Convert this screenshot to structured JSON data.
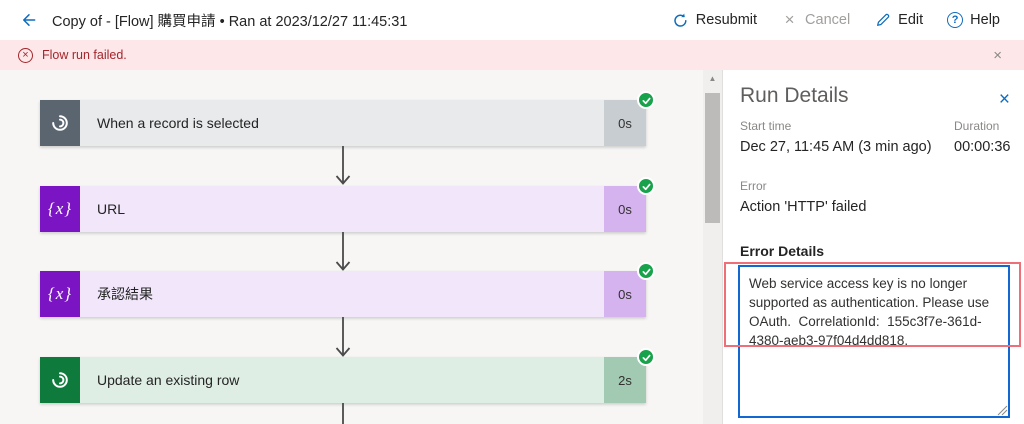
{
  "header": {
    "title": "Copy of - [Flow] 購買申請 • Ran at 2023/12/27 11:45:31",
    "actions": [
      {
        "label": "Resubmit",
        "icon": "refresh-icon",
        "disabled": false
      },
      {
        "label": "Cancel",
        "icon": "x-icon",
        "disabled": true
      },
      {
        "label": "Edit",
        "icon": "pencil-icon",
        "disabled": false
      },
      {
        "label": "Help",
        "icon": "question-icon",
        "disabled": false
      }
    ]
  },
  "banner": {
    "message": "Flow run failed."
  },
  "flow": {
    "nodes": [
      {
        "title": "When a record is selected",
        "duration": "0s",
        "icon": "dataverse-swirl-icon",
        "status": "succeeded",
        "theme": {
          "icon_bg": "#5a6570",
          "bar_bg": "#e9eaec",
          "duration_bg": "#c8cdd2"
        }
      },
      {
        "title": "URL",
        "duration": "0s",
        "icon": "variable-x-icon",
        "glyph": "{x}",
        "status": "succeeded",
        "theme": {
          "icon_bg": "#7b15c4",
          "bar_bg": "#f1e6fa",
          "duration_bg": "#d5b3ef"
        }
      },
      {
        "title": "承認結果",
        "duration": "0s",
        "icon": "variable-x-icon",
        "glyph": "{x}",
        "status": "succeeded",
        "theme": {
          "icon_bg": "#7b15c4",
          "bar_bg": "#f1e6fa",
          "duration_bg": "#d5b3ef"
        }
      },
      {
        "title": "Update an existing row",
        "duration": "2s",
        "icon": "dataverse-swirl-icon",
        "status": "succeeded",
        "theme": {
          "icon_bg": "#0e7a3b",
          "bar_bg": "#dfeee5",
          "duration_bg": "#a2c9b2"
        }
      }
    ]
  },
  "run_details": {
    "title": "Run Details",
    "start_time_label": "Start time",
    "duration_label": "Duration",
    "start_time": "Dec 27, 11:45 AM (3 min ago)",
    "duration": "00:00:36",
    "error_label": "Error",
    "error_value": "Action 'HTTP' failed",
    "error_details_label": "Error Details",
    "error_details_text": "Web service access key is no longer supported as authentication. Please use OAuth.  CorrelationId:  155c3f7e-361d-4380-aeb3-97f04d4dd818."
  },
  "colors": {
    "accent_blue": "#0f6cbd",
    "error_text": "#a4262c",
    "error_banner_bg": "#fde7e9",
    "success_green": "#18a24b",
    "annotation_red": "#ee6f77",
    "textarea_border": "#1267d2",
    "canvas_bg": "#f7f6f5",
    "connector": "#4a4a4a"
  }
}
